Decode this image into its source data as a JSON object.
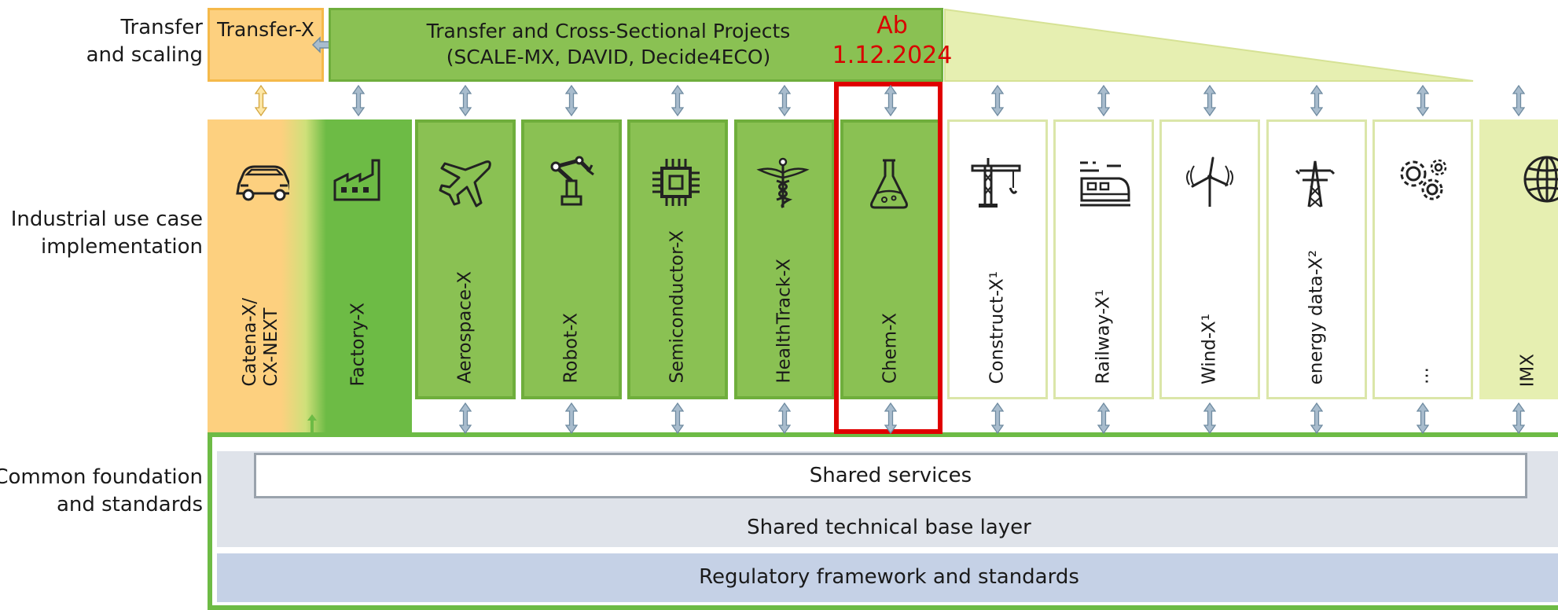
{
  "row_labels": {
    "transfer": [
      "Transfer",
      "and scaling"
    ],
    "industrial": [
      "Industrial use case",
      "implementation"
    ],
    "common": [
      "Common foundation",
      "and standards"
    ]
  },
  "transfer_x": "Transfer-X",
  "transfer_projects": {
    "line1": "Transfer and Cross-Sectional Projects",
    "line2": "(SCALE-MX, DAVID, Decide4ECO)"
  },
  "annotation": {
    "line1": "Ab",
    "line2": "1.12.2024",
    "color": "#d90000"
  },
  "columns": [
    {
      "id": "catena",
      "lines": [
        "Catena-X/",
        "CX-NEXT"
      ],
      "icon": "car-icon",
      "style": "orange"
    },
    {
      "id": "factory",
      "lines": [
        "Factory-X"
      ],
      "icon": "factory-icon",
      "style": "green-dark"
    },
    {
      "id": "aerospace",
      "lines": [
        "Aerospace-X"
      ],
      "icon": "airplane-icon",
      "style": "green"
    },
    {
      "id": "robot",
      "lines": [
        "Robot-X"
      ],
      "icon": "robot-arm-icon",
      "style": "green"
    },
    {
      "id": "semiconductor",
      "lines": [
        "Semiconductor-X"
      ],
      "icon": "chip-icon",
      "style": "green"
    },
    {
      "id": "healthtrack",
      "lines": [
        "HealthTrack-X"
      ],
      "icon": "caduceus-icon",
      "style": "green"
    },
    {
      "id": "chem",
      "lines": [
        "Chem-X"
      ],
      "icon": "flask-icon",
      "style": "green"
    },
    {
      "id": "construct",
      "lines": [
        "Construct-X¹"
      ],
      "icon": "crane-icon",
      "style": "white"
    },
    {
      "id": "railway",
      "lines": [
        "Railway-X¹"
      ],
      "icon": "train-icon",
      "style": "white"
    },
    {
      "id": "wind",
      "lines": [
        "Wind-X¹"
      ],
      "icon": "wind-turbine-icon",
      "style": "white"
    },
    {
      "id": "energy",
      "lines": [
        "energy data-X²"
      ],
      "icon": "power-pylon-icon",
      "style": "white"
    },
    {
      "id": "more",
      "lines": [
        "..."
      ],
      "icon": "gears-icon",
      "style": "white"
    },
    {
      "id": "imx",
      "lines": [
        "IMX"
      ],
      "icon": "globe-icon",
      "style": "pale"
    }
  ],
  "layers": {
    "shared_services": "Shared services",
    "technical_base": "Shared technical base layer",
    "regulatory": "Regulatory framework and standards"
  },
  "colors": {
    "green": "#8ac153",
    "green_border": "#6fae3c",
    "orange": "#fdd07f",
    "pale_green": "#e6efb1",
    "arrow_blue": "#7f9bb0",
    "highlight": "#e00000",
    "regulatory_bg": "#c5d1e6",
    "base_bg": "#dfe3ea"
  }
}
